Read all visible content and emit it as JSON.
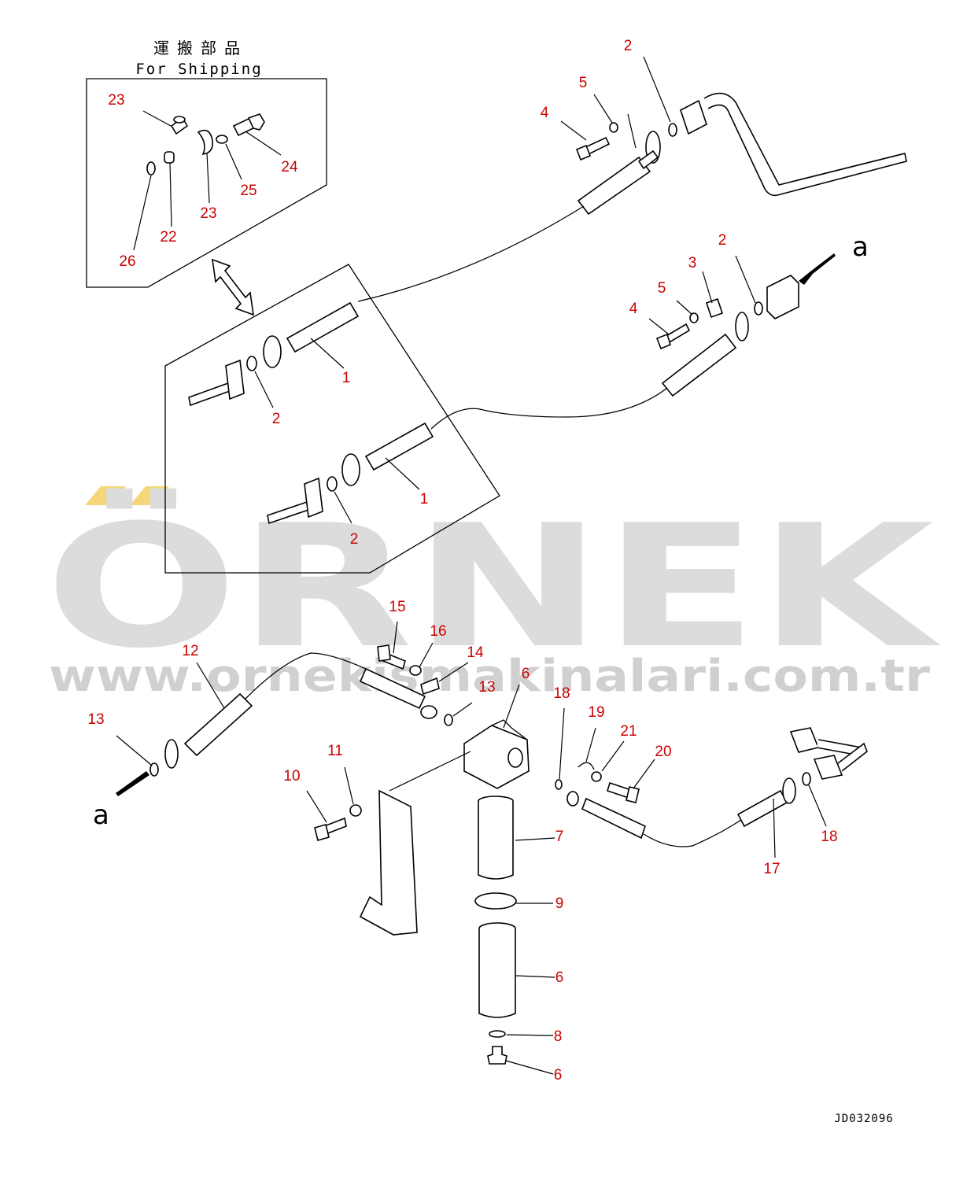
{
  "watermark": {
    "brand": "ÖRNEK",
    "url": "www.ornekismakinalari.com.tr",
    "color": "#dcdcdc",
    "accent": "#f5d77a"
  },
  "shipping_box": {
    "title_jp": "運搬部品",
    "title_en": "For Shipping"
  },
  "view_markers": {
    "arrow_top": "a",
    "arrow_bottom": "a"
  },
  "drawing_code": "JD032096",
  "callouts": [
    {
      "id": "c23a",
      "text": "23"
    },
    {
      "id": "c23b",
      "text": "23"
    },
    {
      "id": "c24",
      "text": "24"
    },
    {
      "id": "c25",
      "text": "25"
    },
    {
      "id": "c22",
      "text": "22"
    },
    {
      "id": "c26",
      "text": "26"
    },
    {
      "id": "c2a",
      "text": "2"
    },
    {
      "id": "c5a",
      "text": "5"
    },
    {
      "id": "c4a",
      "text": "4"
    },
    {
      "id": "c2b",
      "text": "2"
    },
    {
      "id": "c3",
      "text": "3"
    },
    {
      "id": "c5b",
      "text": "5"
    },
    {
      "id": "c4b",
      "text": "4"
    },
    {
      "id": "c1a",
      "text": "1"
    },
    {
      "id": "c2c",
      "text": "2"
    },
    {
      "id": "c1b",
      "text": "1"
    },
    {
      "id": "c2d",
      "text": "2"
    },
    {
      "id": "c15",
      "text": "15"
    },
    {
      "id": "c16",
      "text": "16"
    },
    {
      "id": "c14",
      "text": "14"
    },
    {
      "id": "c12",
      "text": "12"
    },
    {
      "id": "c6a",
      "text": "6"
    },
    {
      "id": "c13a",
      "text": "13"
    },
    {
      "id": "c13b",
      "text": "13"
    },
    {
      "id": "c18a",
      "text": "18"
    },
    {
      "id": "c19",
      "text": "19"
    },
    {
      "id": "c21",
      "text": "21"
    },
    {
      "id": "c20",
      "text": "20"
    },
    {
      "id": "c11",
      "text": "11"
    },
    {
      "id": "c10",
      "text": "10"
    },
    {
      "id": "c7",
      "text": "7"
    },
    {
      "id": "c9",
      "text": "9"
    },
    {
      "id": "c6b",
      "text": "6"
    },
    {
      "id": "c8",
      "text": "8"
    },
    {
      "id": "c6c",
      "text": "6"
    },
    {
      "id": "c18b",
      "text": "18"
    },
    {
      "id": "c17",
      "text": "17"
    }
  ]
}
